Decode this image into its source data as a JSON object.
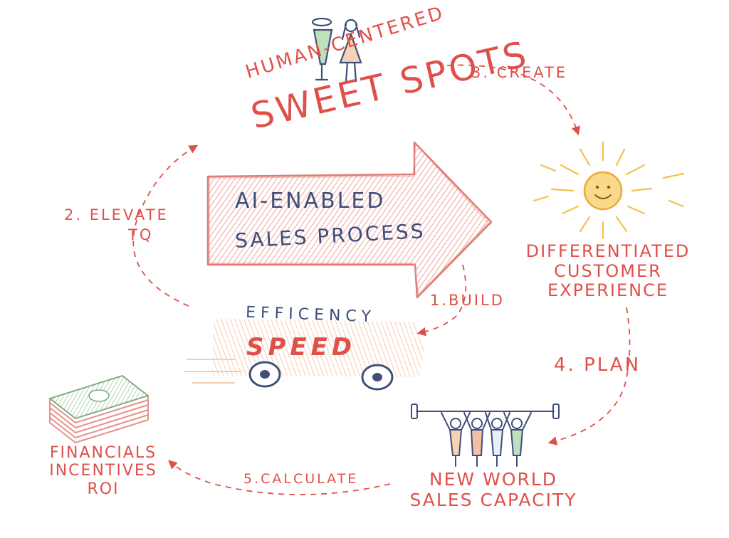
{
  "sweet_spots": {
    "line1": "HUMAN-CENTERED",
    "line2": "SWEET SPOTS"
  },
  "arrow": {
    "line1": "AI-ENABLED",
    "line2": "SALES PROCESS"
  },
  "car": {
    "efficiency": "EFFICENCY",
    "speed": "SPEED"
  },
  "steps": {
    "build": "1.BUILD",
    "elevate": [
      "2. ELEVATE",
      "TQ"
    ],
    "create": "3. CREATE",
    "plan": "4. PLAN",
    "calculate": "5.CALCULATE"
  },
  "outcome": [
    "DIFFERENTIATED",
    "CUSTOMER",
    "EXPERIENCE"
  ],
  "capacity": [
    "NEW WORLD",
    "SALES CAPACITY"
  ],
  "financials": [
    "FINANCIALS",
    "INCENTIVES",
    "ROI"
  ],
  "icons": [
    "people-icon",
    "sun-icon",
    "car-icon",
    "money-stack-icon",
    "weightlifters-icon"
  ],
  "colors": {
    "red": "#e0504a",
    "navy": "#3f4f7a",
    "sun": "#f3c24d",
    "green": "#8fbf8f",
    "peach": "#f0c8a8"
  }
}
